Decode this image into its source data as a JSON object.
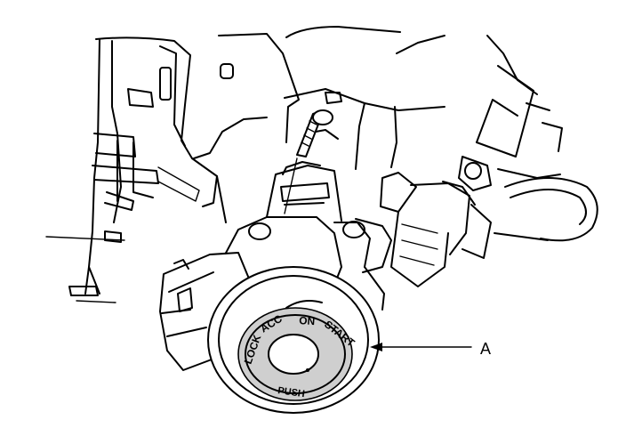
{
  "callout": {
    "label": "A"
  },
  "key_positions": [
    "LOCK",
    "ACC",
    "ON",
    "START"
  ],
  "push_label": "PUSH"
}
